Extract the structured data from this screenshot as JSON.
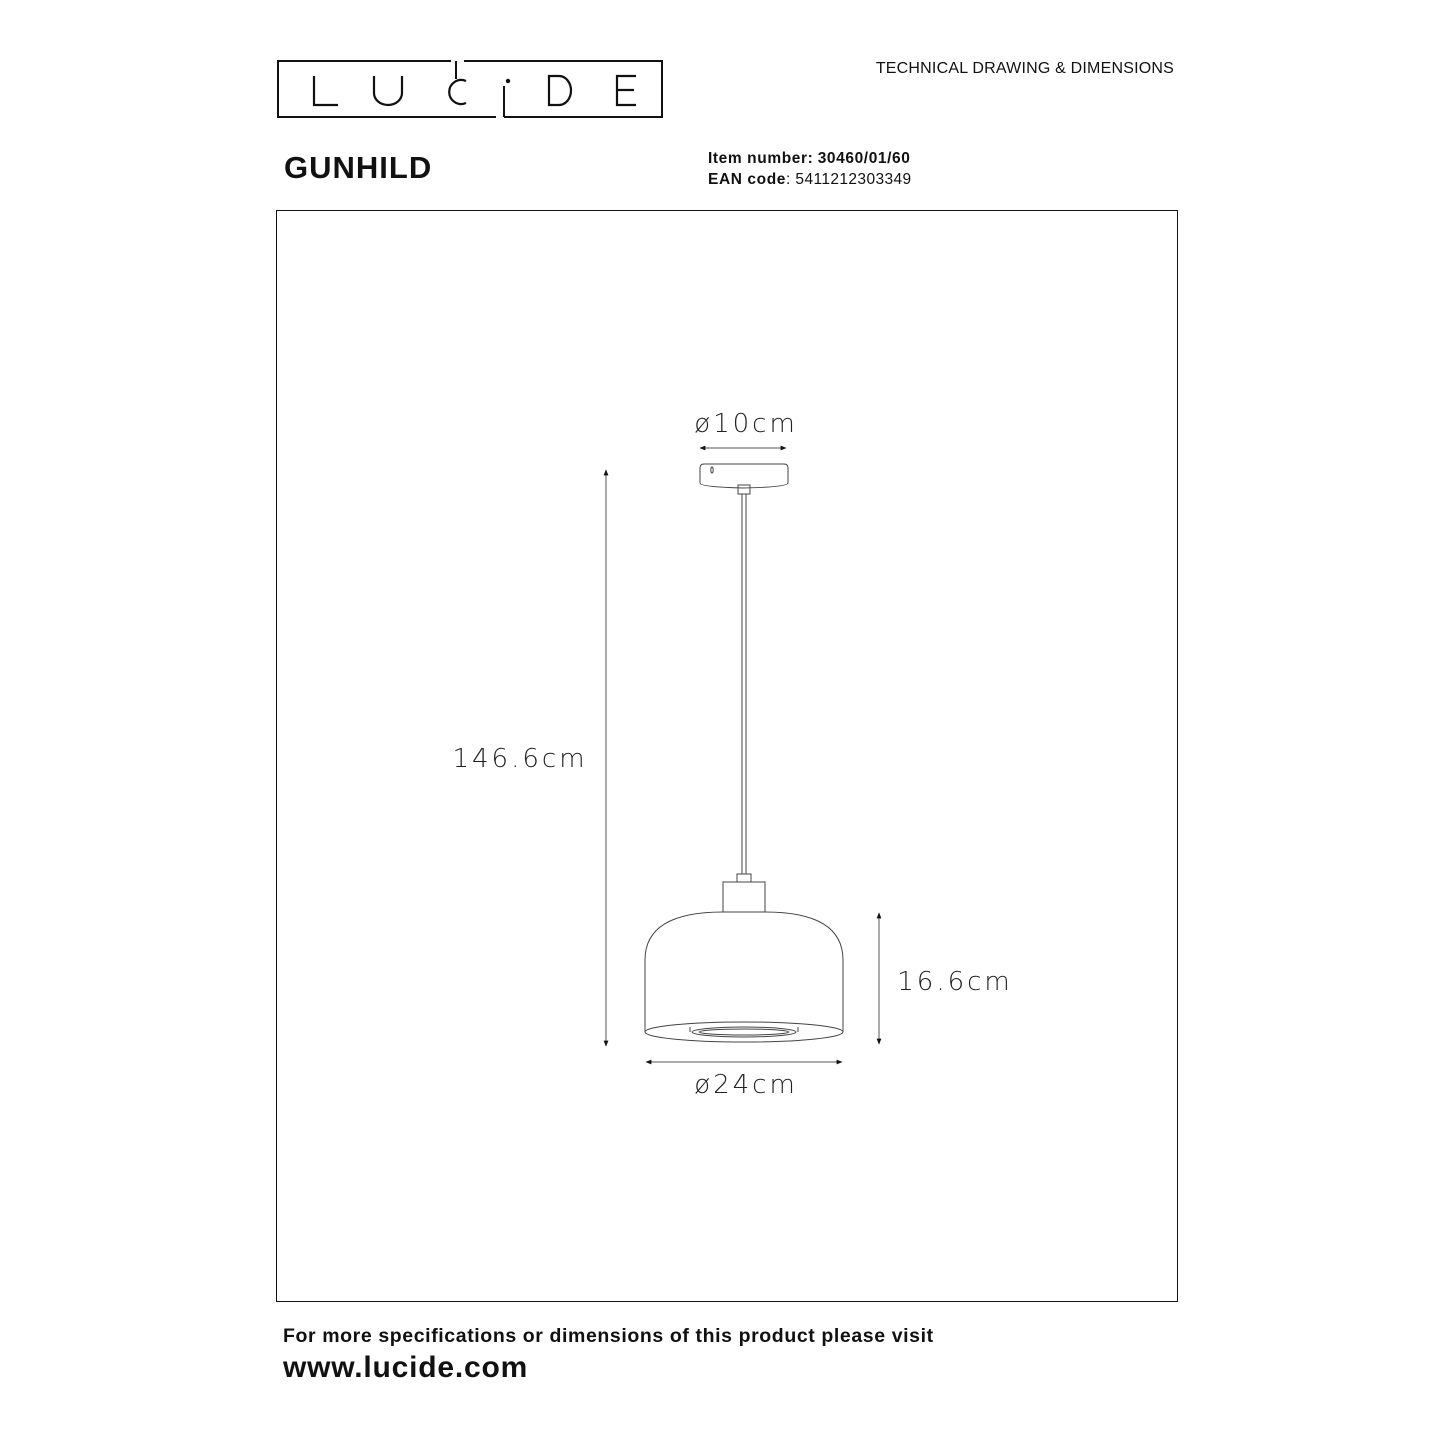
{
  "brand": {
    "logo_text": "LUCIDE",
    "letters": [
      "L",
      "U",
      "C",
      "i",
      "D",
      "E"
    ]
  },
  "header": {
    "section_title": "TECHNICAL DRAWING & DIMENSIONS"
  },
  "product": {
    "name": "GUNHILD",
    "item_number_label": "Item number:",
    "item_number": "30460/01/60",
    "ean_label": "EAN code",
    "ean_value": ": 5411212303349"
  },
  "dimensions": {
    "canopy_diameter": "ø10cm",
    "total_height": "146.6cm",
    "shade_height": "16.6cm",
    "shade_diameter": "ø24cm"
  },
  "footer": {
    "line1": "For more specifications or dimensions of this product please visit",
    "url": "www.lucide.com"
  },
  "colors": {
    "line": "#111111",
    "thin_line": "#555555",
    "background": "#ffffff"
  }
}
